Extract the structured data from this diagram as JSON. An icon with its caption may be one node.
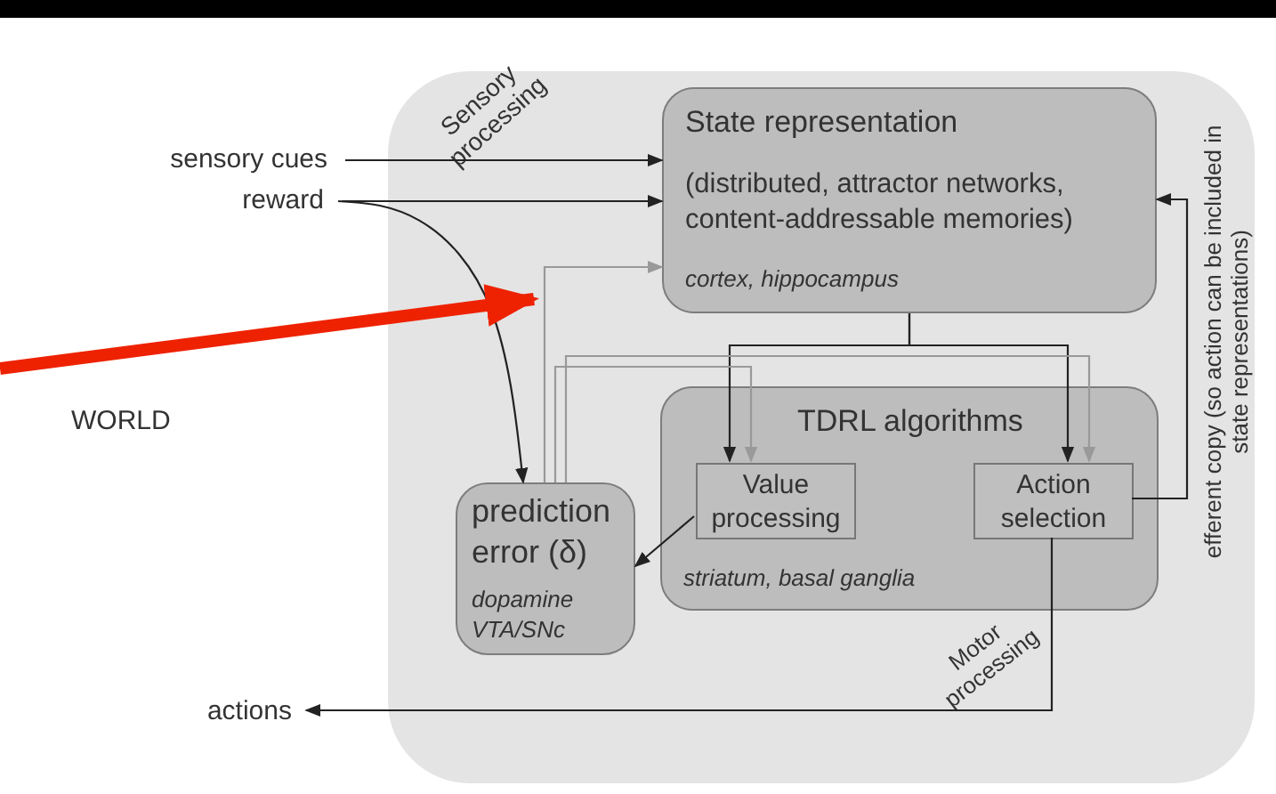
{
  "diagram": {
    "nodes": [
      {
        "text": [],
        "shape": "box"
      },
      {
        "text": [
          "sensory cues"
        ]
      },
      {
        "text": [
          "reward"
        ]
      },
      {
        "text": [
          "State representation",
          "(distributed, attractor networks, content-addressable memories)",
          "cortex, hippocampus"
        ],
        "in": 0
      },
      {
        "text": [
          "TDRL algorithms",
          "striatum, basal ganglia"
        ],
        "in": 0
      },
      {
        "text": [
          "Value processing"
        ],
        "in": 4
      },
      {
        "text": [
          "Action selection"
        ],
        "in": 4
      },
      {
        "text": [
          "prediction error (δ)",
          "dopamine VTA/SNc"
        ],
        "in": 0
      },
      {
        "text": [
          "actions"
        ]
      }
    ],
    "edges": [
      {
        "from": 1,
        "to": 3,
        "arrow": "to"
      },
      {
        "from": 2,
        "to": 3,
        "arrow": "to"
      },
      {
        "from": 2,
        "to": 7,
        "arrow": "to"
      },
      {
        "from": 3,
        "to": 5,
        "arrow": "to"
      },
      {
        "from": 3,
        "to": 6,
        "arrow": "to"
      },
      {
        "from": 7,
        "to": 3,
        "arrow": "to",
        "color": "#999999"
      },
      {
        "from": 7,
        "to": 5,
        "arrow": "to",
        "color": "#999999"
      },
      {
        "from": 7,
        "to": 6,
        "arrow": "to",
        "color": "#999999"
      },
      {
        "from": 5,
        "to": 7,
        "arrow": "to"
      },
      {
        "from": 6,
        "to": 3,
        "arrow": "to"
      },
      {
        "from": 6,
        "to": 8,
        "arrow": "to"
      },
      {
        "from": null,
        "to": 0,
        "arrow": "to",
        "style": "thick",
        "color": "#ee2200"
      }
    ],
    "labels": [
      "WORLD",
      "Sensory processing",
      "Motor processing",
      "efferent copy (so action can be included in state representations)"
    ]
  }
}
